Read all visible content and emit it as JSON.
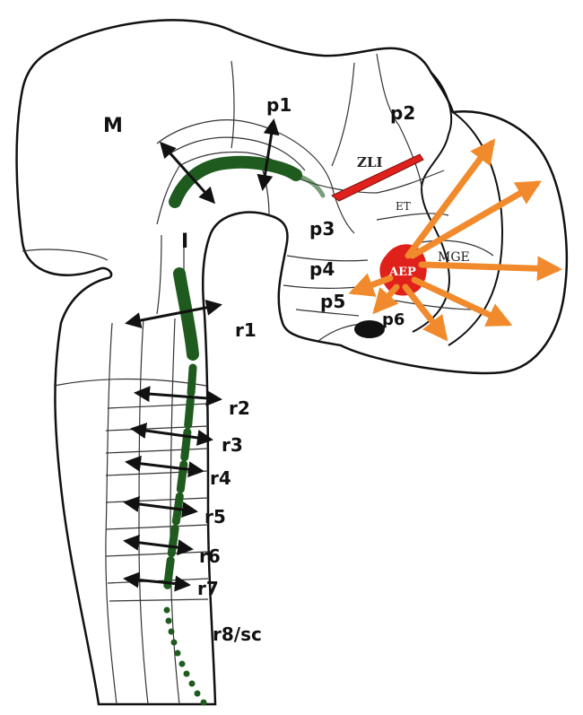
{
  "labels": {
    "M": "M",
    "I": "I",
    "p1": "p1",
    "p2": "p2",
    "p3": "p3",
    "p4": "p4",
    "p5": "p5",
    "p6": "p6",
    "ZLI": "ZLI",
    "ET": "ET",
    "MGE": "MGE",
    "AEP": "AEP",
    "r1": "r1",
    "r2": "r2",
    "r3": "r3",
    "r4": "r4",
    "r5": "r5",
    "r6": "r6",
    "r7": "r7",
    "r8sc": "r8/sc"
  },
  "colors": {
    "outline": "#111111",
    "boundary": "#333333",
    "green": "#1f5a1f",
    "orange": "#f08a2c",
    "red": "#e0201a",
    "black_spot": "#111111"
  }
}
